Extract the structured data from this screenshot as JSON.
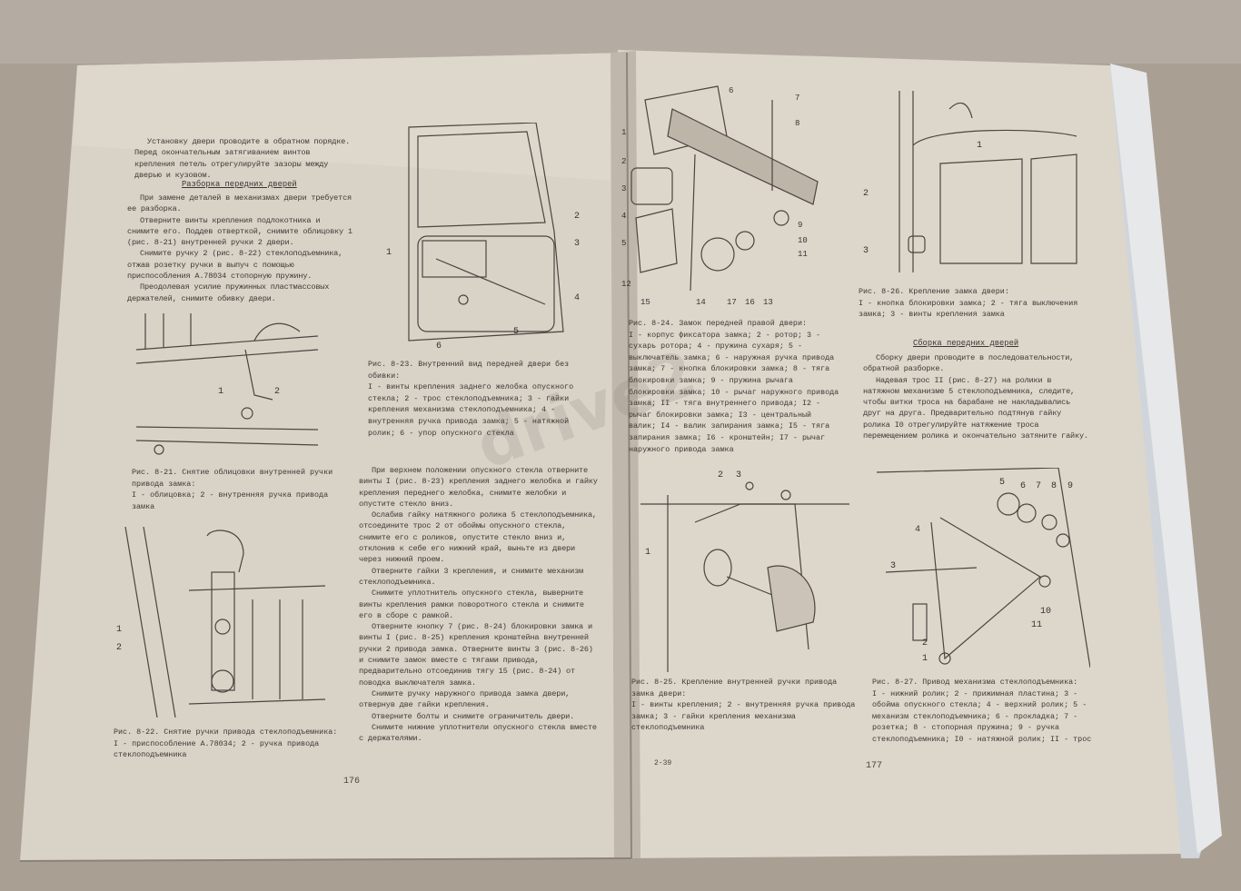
{
  "left_page": {
    "intro": "Установку двери проводите в обратном порядке. Перед окончательным затягиванием винтов крепления петель отрегулируйте зазоры между дверью и кузовом.",
    "heading": "Разборка передних дверей",
    "paragraphs": [
      "При замене деталей в механизмах двери требуется ее разборка.",
      "Отверните винты крепления подлокотника и снимите его. Поддев отверткой, снимите облицовку 1 (рис. 8-21) внутренней ручки 2 двери.",
      "Снимите ручку 2 (рис. 8-22) стеклоподъемника, отжав розетку ручки в выпуч с помощью приспособления А.78034 стопорную пружину.",
      "Преодолевая усилие пружинных пластмассовых держателей, снимите обивку двери."
    ],
    "fig21_caption": "Рис. 8-21. Снятие облицовки внутренней ручки привода замка:",
    "fig21_legend": "I - облицовка; 2 - внутренняя ручка привода замка",
    "fig22_caption": "Рис. 8-22. Снятие ручки привода стеклоподъемника:",
    "fig22_legend": "I - приспособление А.78034; 2 - ручка привода стеклоподъемника",
    "fig23_caption": "Рис. 8-23. Внутренний вид передней двери без обивки:",
    "fig23_legend": "I - винты крепления заднего желобка опускного стекла; 2 - трос стеклоподъемника; 3 - гайки крепления механизма стеклоподъемника; 4 - внутренняя ручка привода замка; 5 - натяжной ролик; 6 - упор опускного стекла",
    "body": [
      "При верхнем положении опускного стекла отверните винты I (рис. 8-23) крепления заднего желобка и гайку крепления переднего желобка, снимите желобки и опустите стекло вниз.",
      "Ослабив гайку натяжного ролика 5 стеклоподъемника, отсоедините трос 2 от обоймы опускного стекла, снимите его с роликов, опустите стекло вниз и, отклонив к себе его нижний край, выньте из двери через нижний проем.",
      "Отверните гайки 3 крепления, и снимите механизм стеклоподъемника.",
      "Снимите уплотнитель опускного стекла, выверните винты крепления рамки поворотного стекла и снимите его в сборе с рамкой.",
      "Отверните кнопку 7 (рис. 8-24) блокировки замка и винты I (рис. 8-25) крепления кронштейна внутренней ручки 2 привода замка. Отверните винты 3 (рис. 8-26) и снимите замок вместе с тягами привода, предварительно отсоединив тягу 15 (рис. 8-24) от поводка выключателя замка.",
      "Снимите ручку наружного привода замка двери, отвернув две гайки крепления.",
      "Отверните болты и снимите ограничитель двери.",
      "Снимите нижние уплотнители опускного стекла вместе с держателями."
    ],
    "page_number": "176",
    "fig_labels": {
      "f21": [
        "1",
        "2"
      ],
      "f22": [
        "1",
        "2"
      ],
      "f23": [
        "1",
        "2",
        "3",
        "4",
        "5",
        "6"
      ]
    }
  },
  "right_page": {
    "fig24_caption": "Рис. 8-24. Замок передней правой двери:",
    "fig24_legend": "I - корпус фиксатора замка; 2 - ротор; 3 - сухарь ротора; 4 - пружина сухаря; 5 - выключатель замка; 6 - наружная ручка привода замка; 7 - кнопка блокировки замка; 8 - тяга блокировки замка; 9 - пружина рычага блокировки замка; 10 - рычаг наружного привода замка; II - тяга внутреннего привода; I2 - рычаг блокировки замка; I3 - центральный валик; I4 - валик запирания замка; I5 - тяга запирания замка; I6 - кронштейн; I7 - рычаг наружного привода замка",
    "fig26_caption": "Рис. 8-26. Крепление замка двери:",
    "fig26_legend": "I - кнопка блокировки замка; 2 - тяга выключения замка; 3 - винты крепления замка",
    "heading": "Сборка передних дверей",
    "paragraphs": [
      "Сборку двери проводите в последовательности, обратной разборке.",
      "Надевая трос II (рис. 8-27) на ролики в натяжном механизме 5 стеклоподъемника, следите, чтобы витки троса на барабане не накладывались друг на друга. Предварительно подтянув гайку ролика I0 отрегулируйте натяжение троса перемещением ролика и окончательно затяните гайку."
    ],
    "fig25_caption": "Рис. 8-25. Крепление внутренней ручки привода замка двери:",
    "fig25_legend": "I - винты крепления; 2 - внутренняя ручка привода замка; 3 - гайки крепления механизма стеклоподъемника",
    "fig27_caption": "Рис. 8-27. Привод механизма стеклоподъемника:",
    "fig27_legend": "I - нижний ролик; 2 - прижимная пластина; 3 - обойма опускного стекла; 4 - верхний ролик; 5 - механизм стеклоподъемника; 6 - прокладка; 7 - розетка; 8 - стопорная пружина; 9 - ручка стеклоподъемника; I0 - натяжной ролик; II - трос",
    "signature_mark": "2-39",
    "page_number": "177",
    "fig_labels": {
      "f24": [
        "6",
        "7",
        "8",
        "1",
        "2",
        "3",
        "4",
        "5",
        "9",
        "10",
        "11",
        "12",
        "13",
        "14",
        "15",
        "16",
        "17"
      ],
      "f25": [
        "2",
        "3",
        "1"
      ],
      "f26": [
        "1",
        "2",
        "3"
      ],
      "f27": [
        "5",
        "6",
        "7",
        "8",
        "9",
        "4",
        "3",
        "2",
        "1",
        "10",
        "11"
      ]
    }
  },
  "watermark": "drive2",
  "colors": {
    "table": "#a99f93",
    "page": "#ddd6cc",
    "ink": "#3c3835"
  }
}
